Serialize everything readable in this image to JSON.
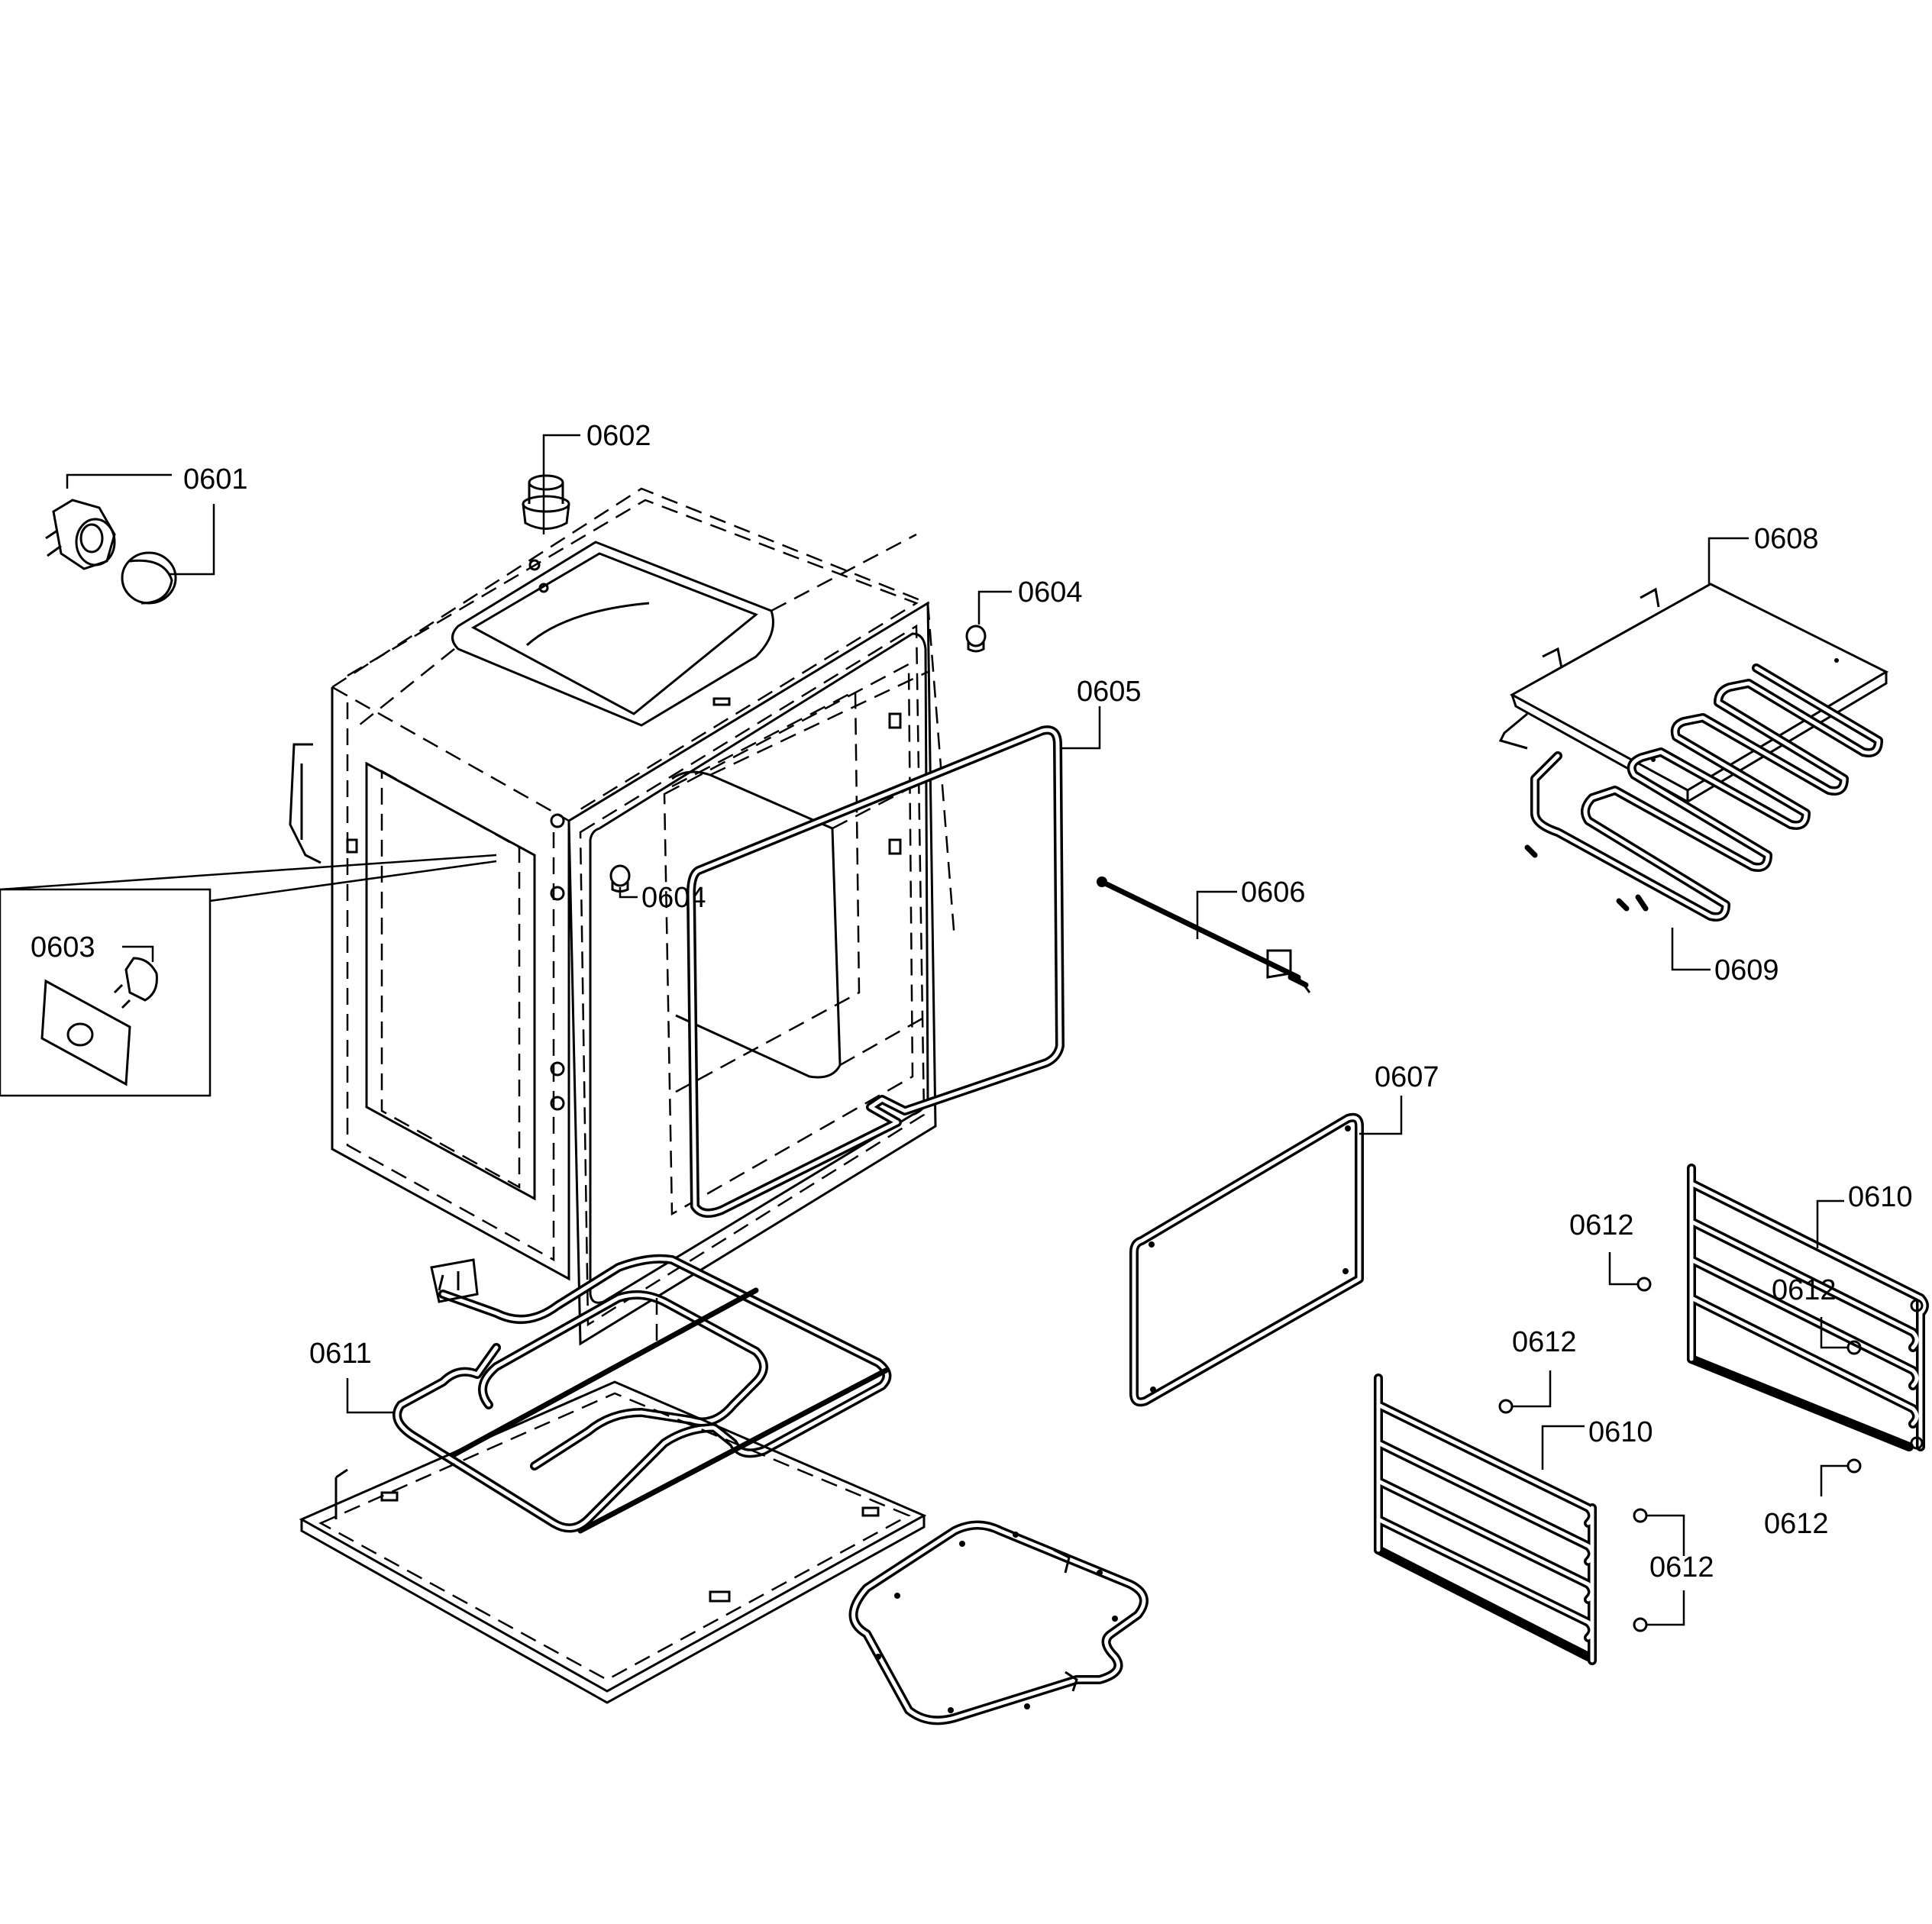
{
  "labels": {
    "p0601": "0601",
    "p0602": "0602",
    "p0603": "0603",
    "p0604a": "0604",
    "p0604b": "0604",
    "p0605": "0605",
    "p0606": "0606",
    "p0607": "0607",
    "p0608": "0608",
    "p0609": "0609",
    "p0610a": "0610",
    "p0610b": "0610",
    "p0611": "0611",
    "p0612a": "0612",
    "p0612b": "0612",
    "p0612c": "0612",
    "p0612d": "0612",
    "p0612e": "0612"
  }
}
